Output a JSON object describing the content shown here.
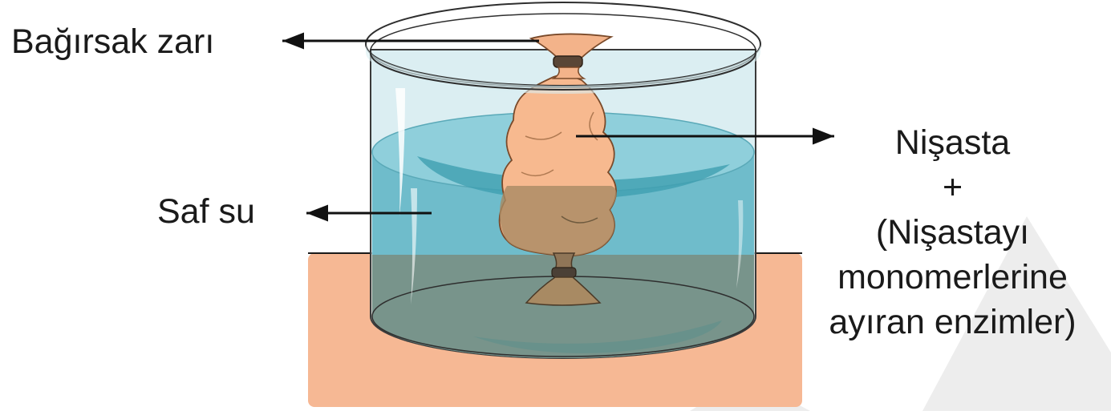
{
  "labels": {
    "intestinal_membrane": "Bağırsak zarı",
    "pure_water": "Saf su",
    "contents_line1": "Nişasta",
    "contents_line2": "+",
    "contents_line3": "(Nişastayı",
    "contents_line4": "monomerlerine",
    "contents_line5": "ayıran enzimler)"
  },
  "colors": {
    "table": "#f6b894",
    "water": "#6fbccb",
    "water_dark": "#3e9fb0",
    "glass": "#cfe8ee",
    "bag": "#f7b98f",
    "arrow": "#111111"
  }
}
